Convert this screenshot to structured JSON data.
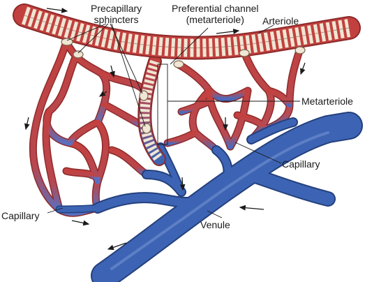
{
  "labels": {
    "precapillary_1": "Precapillary",
    "precapillary_2": "sphincters",
    "preferential_1": "Preferential channel",
    "preferential_2": "(metarteriole)",
    "arteriole": "Arteriole",
    "metarteriole": "Metarteriole",
    "capillary_right": "Capillary",
    "capillary_left": "Capillary",
    "venule": "Venule"
  },
  "colors": {
    "arterial": "#c2413f",
    "arterial_dark": "#8e2a2a",
    "venous": "#3d64b4",
    "venous_dark": "#24407d",
    "muscle_band": "#efe6d3",
    "muscle_outline": "#7a6450",
    "arrow": "#1a1a1a",
    "leader_line": "#1a1a1a"
  },
  "icons": [
    "flow-direction-arrow"
  ]
}
